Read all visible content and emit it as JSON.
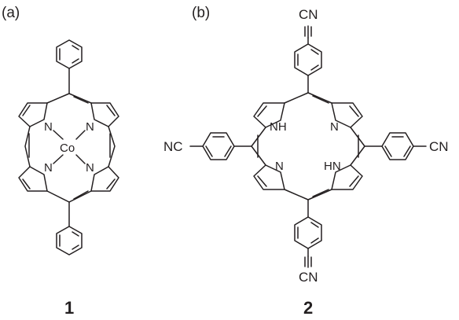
{
  "panels": [
    {
      "label": "(a)",
      "compound_number": "1",
      "atoms": {
        "n1": "N",
        "n2": "N",
        "n3": "N",
        "n4": "N",
        "metal": "Co"
      }
    },
    {
      "label": "(b)",
      "compound_number": "2",
      "atoms": {
        "nh_top": "NH",
        "n_top": "N",
        "n_bottom": "N",
        "hn_bottom": "HN"
      },
      "substituents": {
        "top": "CN",
        "left": "NC",
        "right": "CN",
        "bottom": "CN"
      }
    }
  ]
}
